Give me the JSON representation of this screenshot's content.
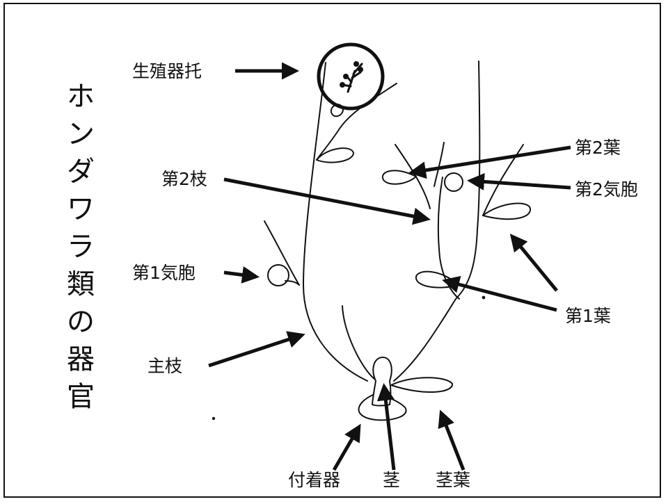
{
  "title_chars": [
    "ホ",
    "ン",
    "ダ",
    "ワ",
    "ラ",
    "類",
    "の",
    "器",
    "官"
  ],
  "labels": {
    "receptacle": "生殖器托",
    "second_branch": "第2枝",
    "first_vesicle": "第1気胞",
    "main_branch": "主枝",
    "second_leaf": "第2葉",
    "second_vesicle": "第2気胞",
    "first_leaf": "第1葉",
    "holdfast": "付着器",
    "stem": "茎",
    "stem_leaf": "茎葉"
  },
  "colors": {
    "ink": "#111111",
    "background": "#ffffff"
  }
}
